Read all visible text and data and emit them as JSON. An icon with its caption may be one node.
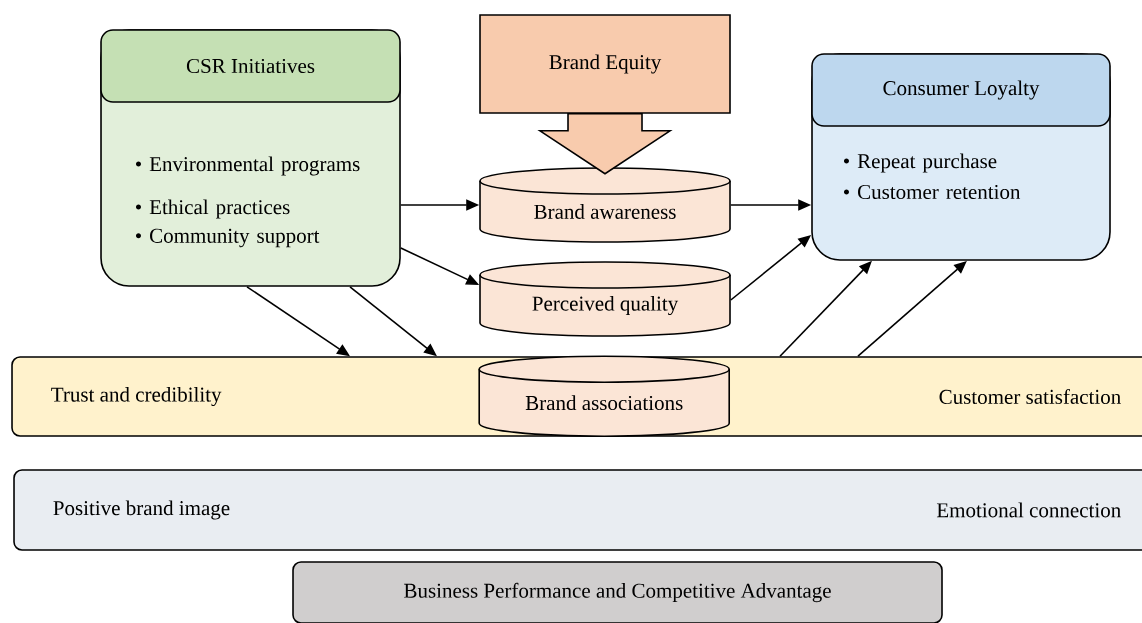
{
  "diagram": {
    "nodes": [
      {
        "text": [
          "CSR Initiatives",
          "• Environmental programs",
          "• Ethical practices",
          "• Community support"
        ]
      },
      {
        "text": [
          "Brand Equity"
        ]
      },
      {
        "text": [
          "Consumer Loyalty",
          "• Repeat purchase",
          "• Customer retention"
        ]
      },
      {
        "text": [
          "Brand awareness"
        ]
      },
      {
        "text": [
          "Perceived quality"
        ]
      },
      {
        "text": [
          "Trust and credibility",
          "Customer satisfaction"
        ]
      },
      {
        "text": [
          "Brand associations"
        ],
        "in": 5
      },
      {
        "text": [
          "Positive brand image",
          "Emotional connection"
        ]
      },
      {
        "text": [
          "Business Performance and Competitive Advantage"
        ]
      }
    ],
    "edges": [
      {
        "from": 1,
        "to": 3,
        "arrow": "to",
        "style": "thick"
      },
      {
        "from": 0,
        "to": 3,
        "arrow": "to"
      },
      {
        "from": 0,
        "to": 4,
        "arrow": "to"
      },
      {
        "from": 0,
        "to": 5,
        "arrow": "to"
      },
      {
        "from": 0,
        "to": 5,
        "arrow": "to"
      },
      {
        "from": 3,
        "to": 2,
        "arrow": "to"
      },
      {
        "from": 4,
        "to": 2,
        "arrow": "to"
      },
      {
        "from": 5,
        "to": 2,
        "arrow": "to"
      },
      {
        "from": 5,
        "to": 2,
        "arrow": "to"
      }
    ]
  }
}
